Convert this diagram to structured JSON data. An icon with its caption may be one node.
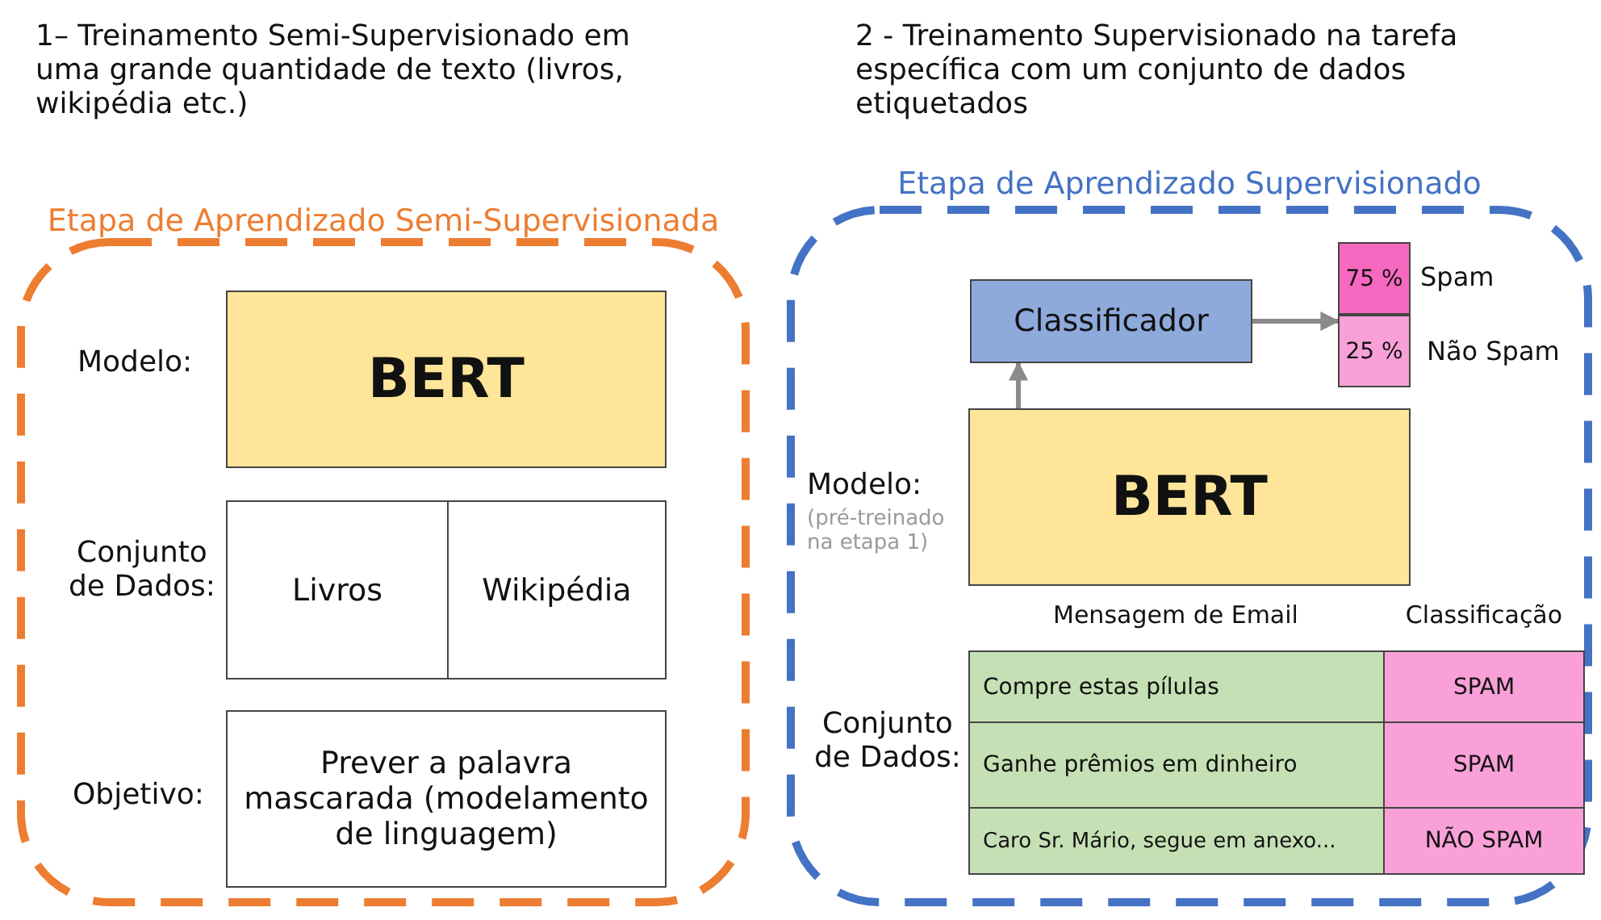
{
  "diagram": {
    "nodes": [
      {
        "text": [
          "Etapa de Aprendizado Semi-Supervisionada"
        ]
      },
      {
        "text": [
          "BERT"
        ],
        "in": 0
      },
      {
        "text": [
          "Livros"
        ],
        "in": 0
      },
      {
        "text": [
          "Wikipédia"
        ],
        "in": 0
      },
      {
        "text": [
          "Prever a palavra mascarada (modelamento de linguagem)"
        ],
        "in": 0
      },
      {
        "text": [
          "Etapa de Aprendizado Supervisionado"
        ]
      },
      {
        "text": [
          "Classificador"
        ],
        "in": 5
      },
      {
        "text": [],
        "shape": "box",
        "in": 5
      },
      {
        "text": [
          "75 %"
        ],
        "in": 7,
        "beside": [
          "Spam"
        ]
      },
      {
        "text": [
          "25 %"
        ],
        "in": 7,
        "beside": [
          "Não Spam"
        ]
      },
      {
        "text": [
          "BERT"
        ],
        "in": 5
      }
    ],
    "edges": [
      {
        "from": 10,
        "to": 6,
        "arrow": "to"
      },
      {
        "from": 6,
        "to": 7,
        "arrow": "to"
      }
    ],
    "labels": [
      "1– Treinamento Semi-Supervisionado em uma grande quantidade de texto (livros, wikipédia etc.)",
      "2 - Treinamento Supervisionado na tarefa específica com um conjunto de dados etiquetados",
      "Modelo:",
      "Conjunto de Dados:",
      "Objetivo:",
      "Modelo:",
      "(pré-treinado na etapa 1)",
      "Mensagem de Email",
      "Classificação",
      "Compre estas pílulas",
      "SPAM",
      "Ganhe prêmios em dinheiro",
      "SPAM",
      "Caro Sr. Mário, segue em anexo...",
      "NÃO SPAM",
      "Conjunto de Dados:"
    ]
  }
}
